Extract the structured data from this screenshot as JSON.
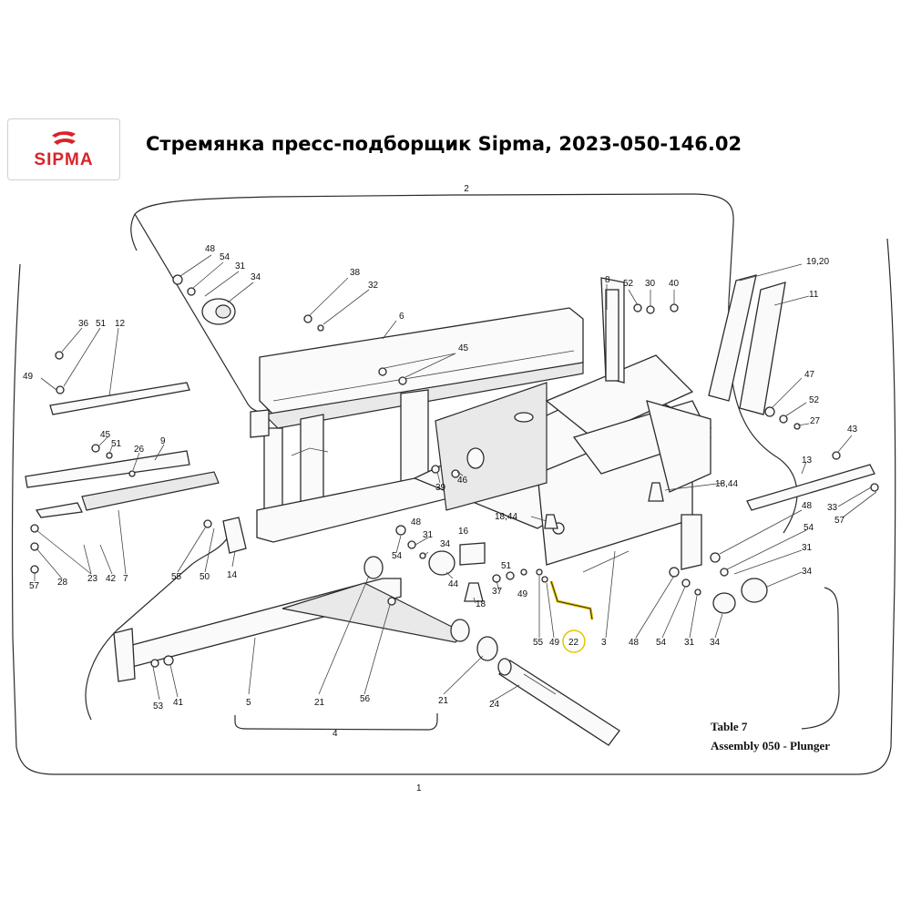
{
  "header": {
    "logo_text": "SIPMA",
    "title": "Стремянка пресс-подборщик Sipma, 2023-050-146.02"
  },
  "colors": {
    "brand_red": "#d8232a",
    "highlight": "#e6c300"
  },
  "caption": {
    "line1": "Table 7",
    "line2": "Assembly 050 - Plunger"
  },
  "callouts": {
    "c1": "1",
    "c2": "2",
    "c3": "3",
    "c4": "4",
    "c5": "5",
    "c6": "6",
    "c7": "7",
    "c8": "8",
    "c9": "9",
    "c11": "11",
    "c12": "12",
    "c13": "13",
    "c14": "14",
    "c16": "16",
    "c18": "18",
    "c1844a": "18,44",
    "c1844b": "18,44",
    "c1920": "19,20",
    "c21a": "21",
    "c21b": "21",
    "c22": "22",
    "c23": "23",
    "c24": "24",
    "c26": "26",
    "c27": "27",
    "c28": "28",
    "c30": "30",
    "c31a": "31",
    "c31b": "31",
    "c31c": "31",
    "c31d": "31",
    "c32": "32",
    "c33": "33",
    "c34a": "34",
    "c34b": "34",
    "c34c": "34",
    "c34d": "34",
    "c36": "36",
    "c37": "37",
    "c38": "38",
    "c39": "39",
    "c40": "40",
    "c41": "41",
    "c42": "42",
    "c43": "43",
    "c44": "44",
    "c45a": "45",
    "c45b": "45",
    "c46": "46",
    "c47": "47",
    "c48a": "48",
    "c48b": "48",
    "c48c": "48",
    "c48d": "48",
    "c49a": "49",
    "c49b": "49",
    "c49c": "49",
    "c50": "50",
    "c51a": "51",
    "c51b": "51",
    "c51c": "51",
    "c52a": "52",
    "c52b": "52",
    "c53": "53",
    "c54a": "54",
    "c54b": "54",
    "c54c": "54",
    "c54d": "54",
    "c55a": "55",
    "c55b": "55",
    "c56": "56",
    "c57a": "57",
    "c57b": "57"
  }
}
